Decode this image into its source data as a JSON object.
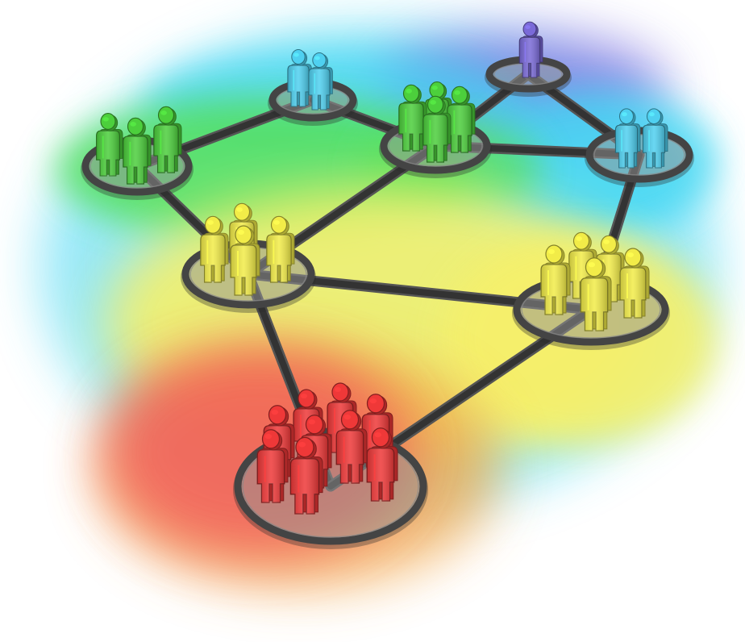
{
  "diagram": {
    "type": "network",
    "heatmap_colors": [
      "#7c6fe0",
      "#3fd6f2",
      "#55e05a",
      "#f6f06a",
      "#f2a64a",
      "#f25a5a"
    ],
    "nodes": [
      {
        "id": "cyan-top",
        "color": "#4fd0f0",
        "people": 2
      },
      {
        "id": "purple-top",
        "color": "#7a6ad8",
        "people": 1
      },
      {
        "id": "green-left",
        "color": "#4ccf3c",
        "people": 3
      },
      {
        "id": "green-center",
        "color": "#4ccf3c",
        "people": 4
      },
      {
        "id": "cyan-right",
        "color": "#4fd0f0",
        "people": 2
      },
      {
        "id": "yellow-left",
        "color": "#f2ec48",
        "people": 4
      },
      {
        "id": "yellow-right",
        "color": "#f2ec48",
        "people": 5
      },
      {
        "id": "red-bottom",
        "color": "#ef3838",
        "people": 9
      }
    ],
    "edges": [
      [
        "cyan-top",
        "green-left"
      ],
      [
        "cyan-top",
        "green-center"
      ],
      [
        "green-center",
        "purple-top"
      ],
      [
        "purple-top",
        "cyan-right"
      ],
      [
        "green-center",
        "cyan-right"
      ],
      [
        "green-left",
        "yellow-left"
      ],
      [
        "green-center",
        "yellow-left"
      ],
      [
        "cyan-right",
        "yellow-right"
      ],
      [
        "yellow-left",
        "yellow-right"
      ],
      [
        "yellow-left",
        "red-bottom"
      ],
      [
        "yellow-right",
        "red-bottom"
      ]
    ]
  }
}
